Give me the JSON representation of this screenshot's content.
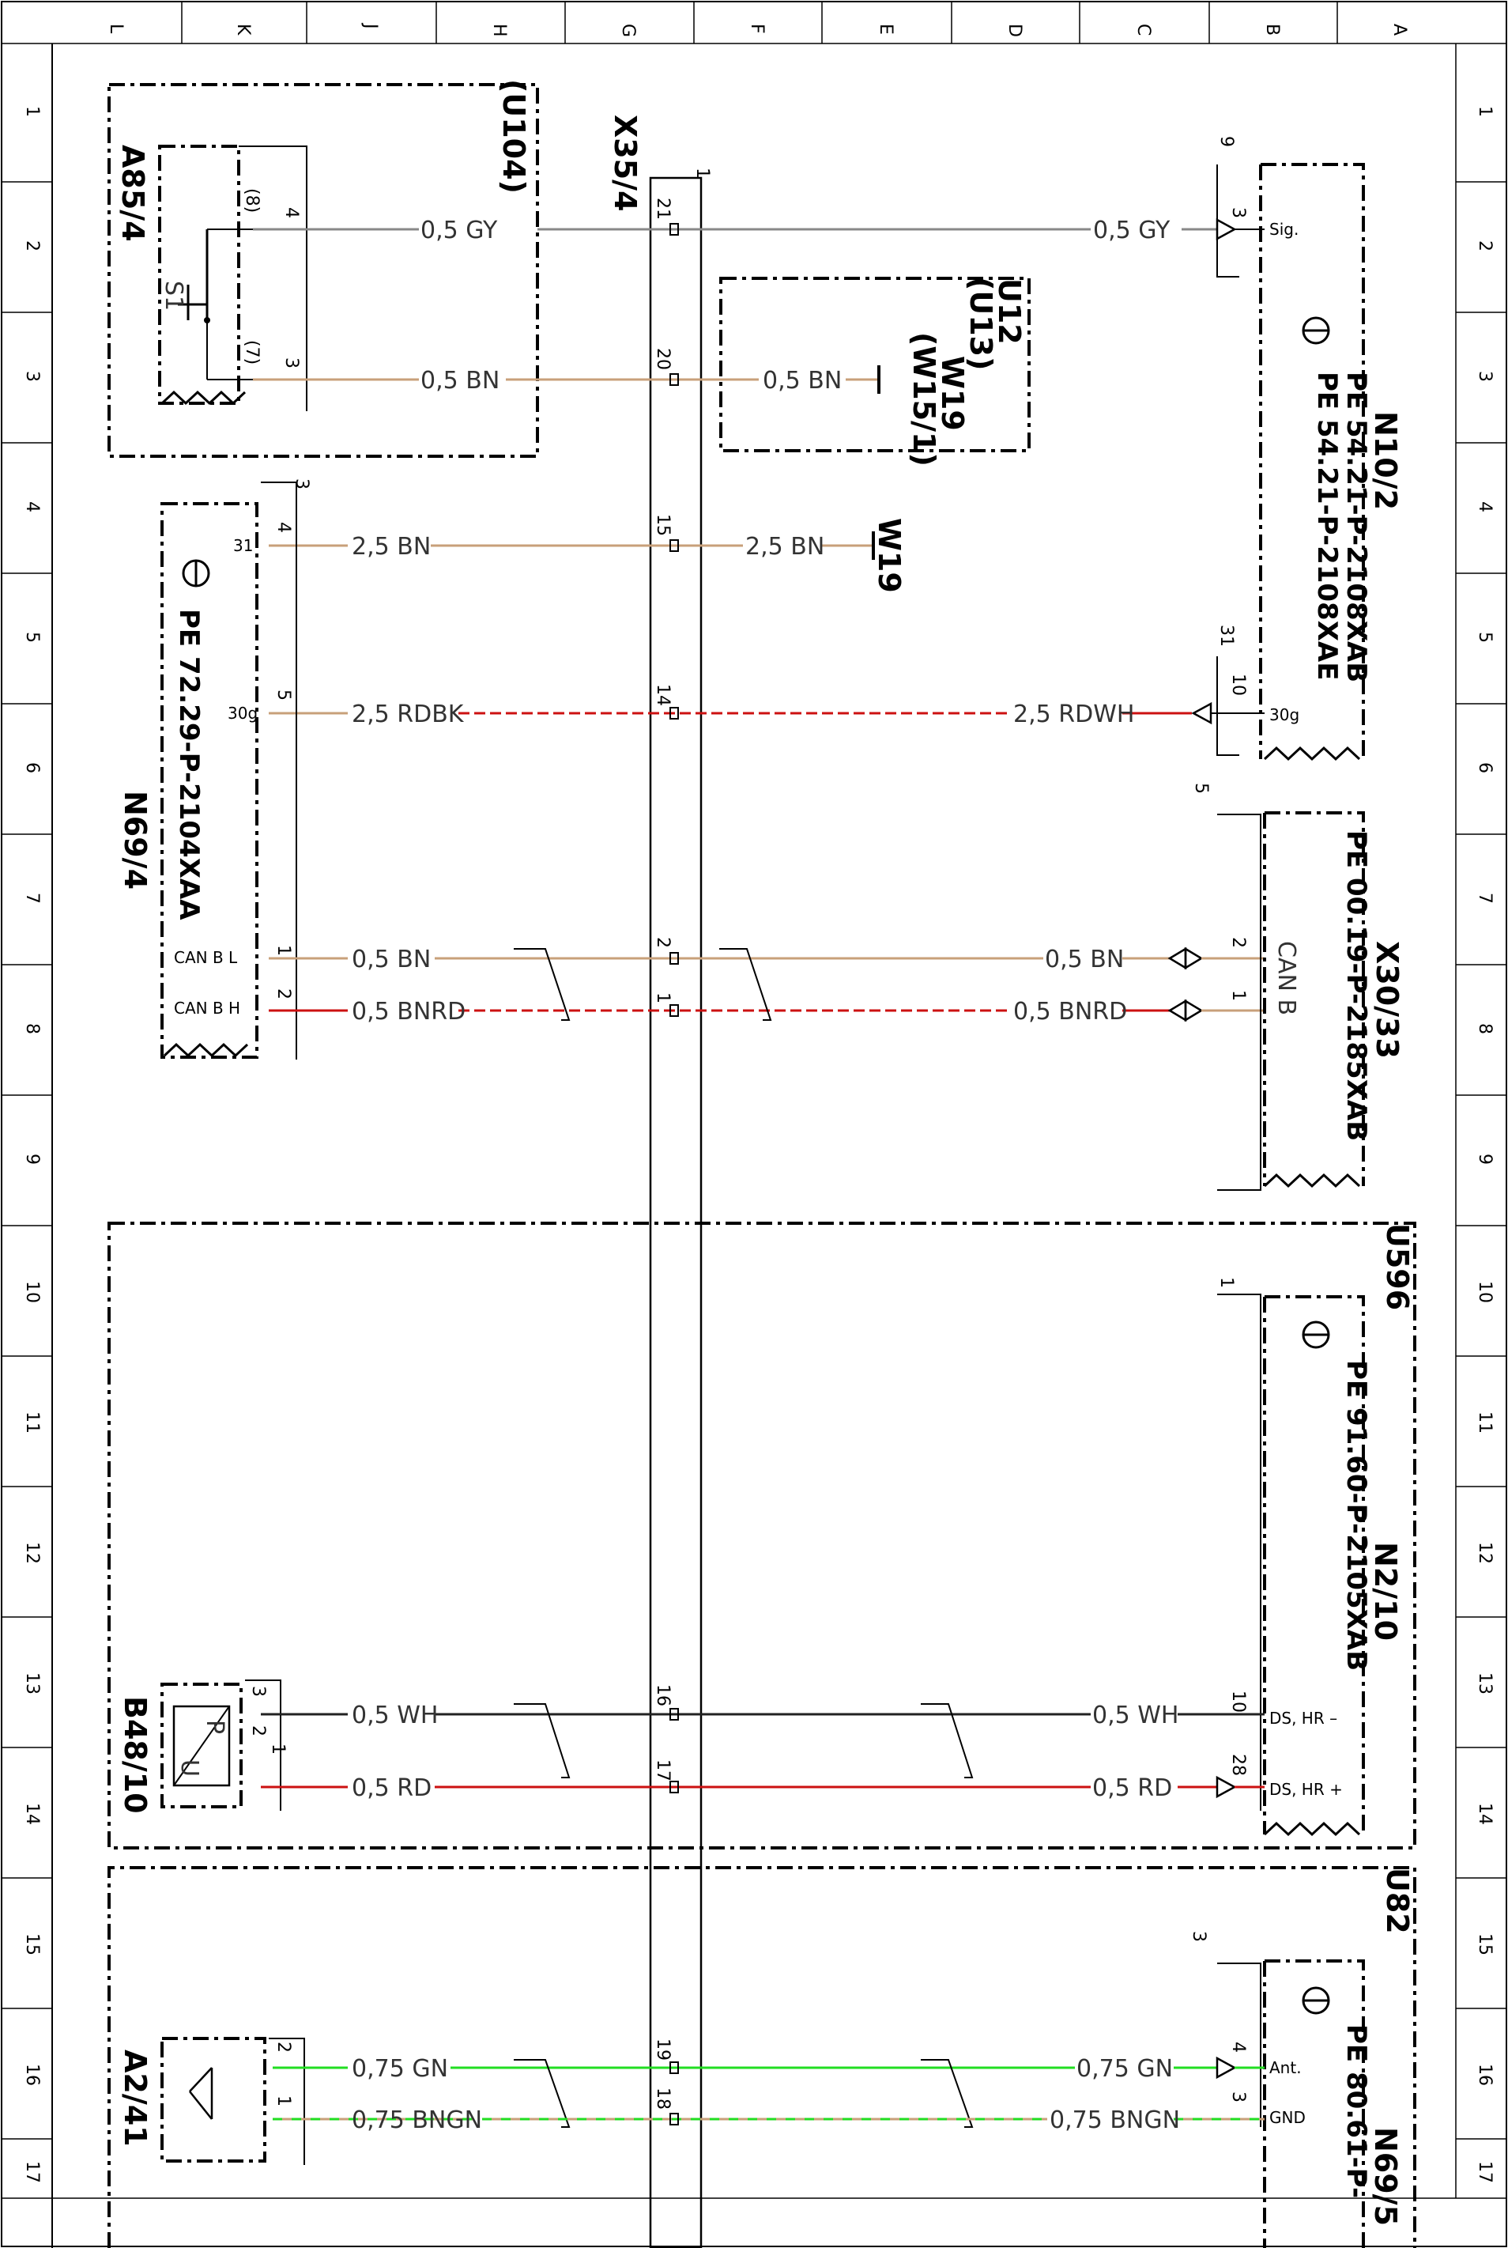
{
  "ruler": {
    "columns": [
      "A",
      "B",
      "C",
      "D",
      "E",
      "F",
      "G",
      "H",
      "J",
      "K",
      "L"
    ],
    "rows": [
      "1",
      "2",
      "3",
      "4",
      "5",
      "6",
      "7",
      "8",
      "9",
      "10",
      "11",
      "12",
      "13",
      "14",
      "15",
      "16",
      "17"
    ]
  },
  "components": {
    "a85_4": {
      "name": "A85/4",
      "sub": "(U104)",
      "switch": "S1",
      "pin_top": "4",
      "pin_top_alt": "(8)",
      "pin_bottom": "3",
      "pin_bottom_alt": "(7)"
    },
    "x35_4": {
      "name": "X35/4",
      "sub": "1"
    },
    "u12": {
      "line1": "U12",
      "line2": "(U13)",
      "line3": "W19",
      "line4": "(W15/1)"
    },
    "w19": {
      "name": "W19"
    },
    "n10_2": {
      "name": "N10/2",
      "pe1": "PE 54.21-P-2108XAB",
      "pe2": "PE 54.21-P-2108XAE",
      "group1": "9",
      "group2": "31",
      "pin_sig": "3",
      "label_sig": "Sig.",
      "pin_30g": "10",
      "label_30g": "30g"
    },
    "n69_4": {
      "name": "N69/4",
      "pe": "PE 72.29-P-2104XAA",
      "group": "3",
      "pin_31": "4",
      "label_31": "31",
      "pin_30g": "5",
      "label_30g": "30g",
      "pin_canl": "1",
      "label_canl": "CAN B L",
      "pin_canh": "2",
      "label_canh": "CAN B H"
    },
    "x30_33": {
      "name": "X30/33",
      "pe": "PE 00.19-P-2185XAB",
      "group": "5",
      "label": "CAN B",
      "pin_a": "2",
      "pin_b": "1"
    },
    "u596": {
      "name": "U596"
    },
    "n2_10": {
      "name": "N2/10",
      "pe": "PE 91.60-P-2105XAB",
      "group": "1",
      "pin_minus": "10",
      "label_minus": "DS, HR –",
      "pin_plus": "28",
      "label_plus": "DS, HR +"
    },
    "b48_10": {
      "name": "B48/10",
      "sym_p": "P",
      "sym_u": "U",
      "pin3": "3",
      "pin2": "2",
      "pin1": "1"
    },
    "u82": {
      "name": "U82"
    },
    "n69_5": {
      "name": "N69/5",
      "pe": "PE 80.61-P-",
      "group": "3",
      "pin_ant": "4",
      "label_ant": "Ant.",
      "pin_gnd": "3",
      "label_gnd": "GND"
    },
    "a2_41": {
      "name": "A2/41",
      "pin2": "2",
      "pin1": "1"
    }
  },
  "wires": {
    "a85_gy_left": "0,5 GY",
    "a85_gy_right": "0,5 GY",
    "x35_pin_21": "21",
    "a85_bn_left": "0,5 BN",
    "u12_bn": "0,5 BN",
    "x35_pin_20": "20",
    "n69_bn31": "2,5 BN",
    "w19_bn": "2,5 BN",
    "x35_pin_15": "15",
    "n69_rdbk": "2,5 RDBK",
    "n10_rdwh": "2,5 RDWH",
    "x35_pin_14": "14",
    "can_bn_left": "0,5 BN",
    "can_bn_right": "0,5 BN",
    "x35_pin_2": "2",
    "can_bnrd_left": "0,5 BNRD",
    "can_bnrd_right": "0,5 BNRD",
    "x35_pin_1": "1",
    "b48_wh": "0,5 WH",
    "n2_wh": "0,5 WH",
    "x35_pin_16": "16",
    "b48_rd": "0,5 RD",
    "n2_rd": "0,5 RD",
    "x35_pin_17": "17",
    "a2_gn": "0,75 GN",
    "n69_5_gn": "0,75 GN",
    "x35_pin_19": "19",
    "a2_bngn": "0,75 BNGN",
    "n69_5_bngn": "0,75 BNGN",
    "x35_pin_18": "18"
  },
  "colors": {
    "GY": "#888888",
    "BN": "#c8a07a",
    "RD": "#cc1111",
    "GN": "#22dd22",
    "WH": "#222222",
    "BK": "#222222"
  }
}
